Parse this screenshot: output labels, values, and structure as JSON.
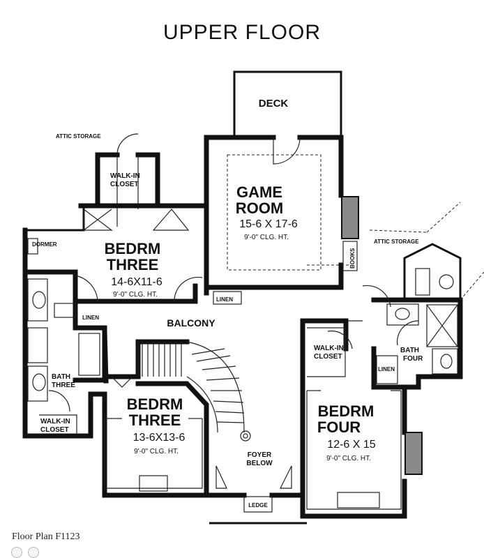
{
  "title": "UPPER FLOOR",
  "caption": "Floor Plan F1123",
  "rooms": {
    "game_room": {
      "name1": "GAME",
      "name2": "ROOM",
      "dims": "15-6 X 17-6",
      "height": "9'-0\" CLG. HT."
    },
    "bedrm_three_upper": {
      "name1": "BEDRM",
      "name2": "THREE",
      "dims": "14-6X11-6",
      "height": "9'-0\" CLG. HT."
    },
    "bedrm_three_lower": {
      "name1": "BEDRM",
      "name2": "THREE",
      "dims": "13-6X13-6",
      "height": "9'-0\" CLG. HT."
    },
    "bedrm_four": {
      "name1": "BEDRM",
      "name2": "FOUR",
      "dims": "12-6 X 15",
      "height": "9'-0\" CLG. HT."
    }
  },
  "labels": {
    "deck": "DECK",
    "attic_storage_left": "ATTIC STORAGE",
    "attic_storage_right": "ATTIC STORAGE",
    "walkin_closet_top_1": "WALK-IN",
    "walkin_closet_top_2": "CLOSET",
    "dormer": "DORMER",
    "linen_game": "LINEN",
    "books": "BOOKS",
    "balcony": "BALCONY",
    "linen_left": "LINEN",
    "bath_three_1": "BATH",
    "bath_three_2": "THREE",
    "walkin_closet_bl_1": "WALK-IN",
    "walkin_closet_bl_2": "CLOSET",
    "walkin_closet_r_1": "WALK-IN",
    "walkin_closet_r_2": "CLOSET",
    "bath_four_1": "BATH",
    "bath_four_2": "FOUR",
    "linen_right": "LINEN",
    "foyer_below_1": "FOYER",
    "foyer_below_2": "BELOW",
    "ledge": "LEDGE"
  }
}
